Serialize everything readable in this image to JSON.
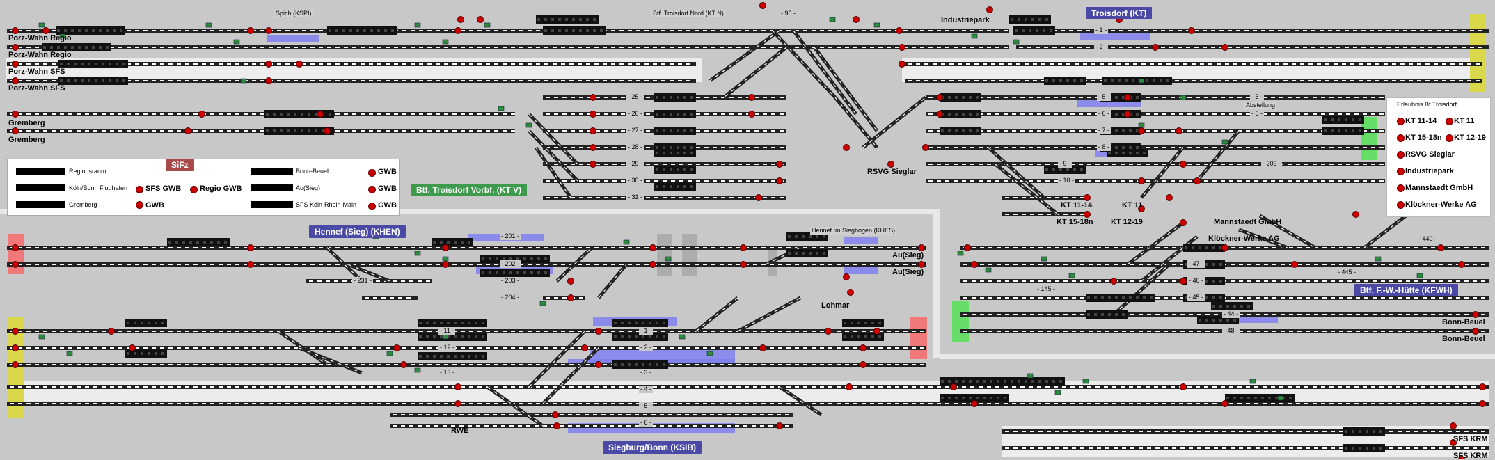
{
  "colors": {
    "background": "#c8c8c8",
    "track": "#222222",
    "signal_red": "#cc0000",
    "signal_green": "#2e8b3c",
    "station_blue": "#4a4aa6",
    "station_green": "#3e9a4c",
    "occupied_blue": "#8080f0",
    "zone_yellow": "#d8d84a",
    "zone_red": "#f07878",
    "zone_green": "#66dd66"
  },
  "station_labels": {
    "troisdorf": "Troisdorf (KT)",
    "troisdorf_vorbf": "Btf. Troisdorf Vorbf. (KT V)",
    "hennef": "Hennef (Sieg) (KHEN)",
    "siegburg": "Siegburg/Bonn (KSIB)",
    "fw_huette": "Btf. F.-W.-Hütte (KFWH)",
    "sifz": "SiFz"
  },
  "place_labels": {
    "porz_regio_1": "Porz-Wahn Regio",
    "porz_regio_2": "Porz-Wahn Regio",
    "porz_sfs_1": "Porz-Wahn SFS",
    "porz_sfs_2": "Porz-Wahn SFS",
    "gremberg_1": "Gremberg",
    "gremberg_2": "Gremberg",
    "industriepark": "Industriepark",
    "rsvg": "RSVG Sieglar",
    "kt1114": "KT 11-14",
    "kt1518": "KT 15-18n",
    "kt11": "KT 11",
    "kt1219": "KT 12-19",
    "mannstaedt": "Mannstaedt GmbH",
    "kloeckner": "Klöckner-Werke AG",
    "au_1": "Au(Sieg)",
    "au_2": "Au(Sieg)",
    "lohmar": "Lohmar",
    "rwe": "RWE",
    "bonn_beuel_1": "Bonn-Beuel",
    "bonn_beuel_2": "Bonn-Beuel",
    "sfs_krm_1": "SFS KRM",
    "sfs_krm_2": "SFS KRM"
  },
  "small_labels": {
    "spich": "Spich (KSPI)",
    "troisdorf_nord": "Btf. Troisdorf Nord (KT N)",
    "hennef_siegbogen": "Hennef Im Siegbogen (KHES)",
    "abstellung": "Abstellung"
  },
  "track_numbers": [
    {
      "id": "t1",
      "label": "- 1 -"
    },
    {
      "id": "t2",
      "label": "- 2 -"
    },
    {
      "id": "t25",
      "label": "- 25 -"
    },
    {
      "id": "t26",
      "label": "- 26 -"
    },
    {
      "id": "t27",
      "label": "- 27 -"
    },
    {
      "id": "t28",
      "label": "- 28 -"
    },
    {
      "id": "t29",
      "label": "- 29 -"
    },
    {
      "id": "t30",
      "label": "- 30 -"
    },
    {
      "id": "t31",
      "label": "- 31 -"
    },
    {
      "id": "t5a",
      "label": "- 5 -"
    },
    {
      "id": "t5b",
      "label": "- 5 -"
    },
    {
      "id": "t6a",
      "label": "- 6 -"
    },
    {
      "id": "t6b",
      "label": "- 6 -"
    },
    {
      "id": "t7",
      "label": "- 7 -"
    },
    {
      "id": "t8",
      "label": "- 8 -"
    },
    {
      "id": "t9",
      "label": "- 9 -"
    },
    {
      "id": "t10",
      "label": "- 10 -"
    },
    {
      "id": "t209",
      "label": "- 209 -"
    },
    {
      "id": "t201",
      "label": "- 201 -"
    },
    {
      "id": "t202",
      "label": "- 202 -"
    },
    {
      "id": "t203",
      "label": "- 203 -"
    },
    {
      "id": "t204",
      "label": "- 204 -"
    },
    {
      "id": "t231",
      "label": "- 231 -"
    },
    {
      "id": "t11",
      "label": "- 11 -"
    },
    {
      "id": "t12",
      "label": "- 12 -"
    },
    {
      "id": "t13",
      "label": "- 13 -"
    },
    {
      "id": "s1",
      "label": "- 1 -"
    },
    {
      "id": "s2",
      "label": "- 2 -"
    },
    {
      "id": "s3",
      "label": "- 3 -"
    },
    {
      "id": "s4",
      "label": "- 4 -"
    },
    {
      "id": "s5",
      "label": "- 5 -"
    },
    {
      "id": "s6",
      "label": "- 6 -"
    },
    {
      "id": "t47",
      "label": "- 47 -"
    },
    {
      "id": "t46",
      "label": "- 46 -"
    },
    {
      "id": "t45",
      "label": "- 45 -"
    },
    {
      "id": "t44",
      "label": "- 44 -"
    },
    {
      "id": "t48",
      "label": "- 48 -"
    },
    {
      "id": "t145",
      "label": "- 145 -"
    },
    {
      "id": "t445",
      "label": "- 445 -"
    },
    {
      "id": "t440",
      "label": "- 440 -"
    },
    {
      "id": "t96",
      "label": "- 96 -"
    }
  ],
  "legend": {
    "regionsraum": "Regionsraum",
    "koeln_bonn": "Köln/Bonn Flughafen",
    "gremberg": "Gremberg",
    "bonn_beuel": "Bonn-Beuel",
    "au_sieg": "Au(Sieg)",
    "sfs_krm": "SFS Köln-Rhein-Main",
    "sfs_gwb": "SFS GWB",
    "regio_gwb": "Regio GWB",
    "gwb_1": "GWB",
    "gwb_2": "GWB",
    "gwb_3": "GWB",
    "gwb_4": "GWB"
  },
  "erlaubnis": {
    "title": "Erlaubnis Bf Troisdorf",
    "kt1114": "KT 11-14",
    "kt11": "KT 11",
    "kt1518": "KT 15-18n",
    "kt1219": "KT 12-19",
    "rsvg": "RSVG Sieglar",
    "industriepark": "Industriepark",
    "mannstaedt": "Mannstaedt GmbH",
    "kloeckner": "Klöckner-Werke AG"
  }
}
